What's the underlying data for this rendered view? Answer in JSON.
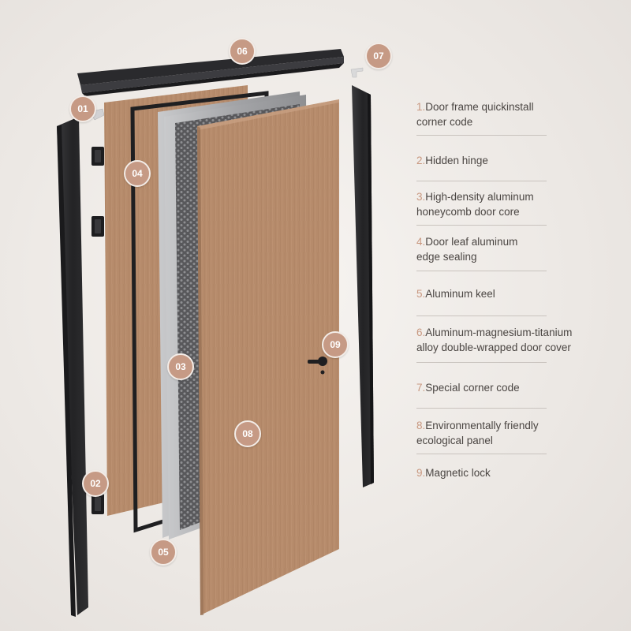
{
  "badges": {
    "b01": "01",
    "b02": "02",
    "b03": "03",
    "b04": "04",
    "b05": "05",
    "b06": "06",
    "b07": "07",
    "b08": "08",
    "b09": "09"
  },
  "legend": {
    "items": [
      {
        "num": "1.",
        "text": "Door frame quickinstall\ncorner code"
      },
      {
        "num": "2.",
        "text": "Hidden hinge"
      },
      {
        "num": "3.",
        "text": "High-density aluminum\nhoneycomb door core"
      },
      {
        "num": "4.",
        "text": "Door leaf aluminum\nedge sealing"
      },
      {
        "num": "5.",
        "text": "Aluminum keel"
      },
      {
        "num": "6.",
        "text": "Aluminum-magnesium-titanium\nalloy double-wrapped door cover"
      },
      {
        "num": "7.",
        "text": "Special corner code"
      },
      {
        "num": "8.",
        "text": "Environmentally friendly\necological panel"
      },
      {
        "num": "9.",
        "text": "Magnetic lock"
      }
    ]
  },
  "colors": {
    "badge": "#c69a85",
    "legend_number": "#c8977f",
    "frame": "#2a2a2c",
    "wood": "#b58a6a",
    "aluminum": "#a9aaac"
  }
}
